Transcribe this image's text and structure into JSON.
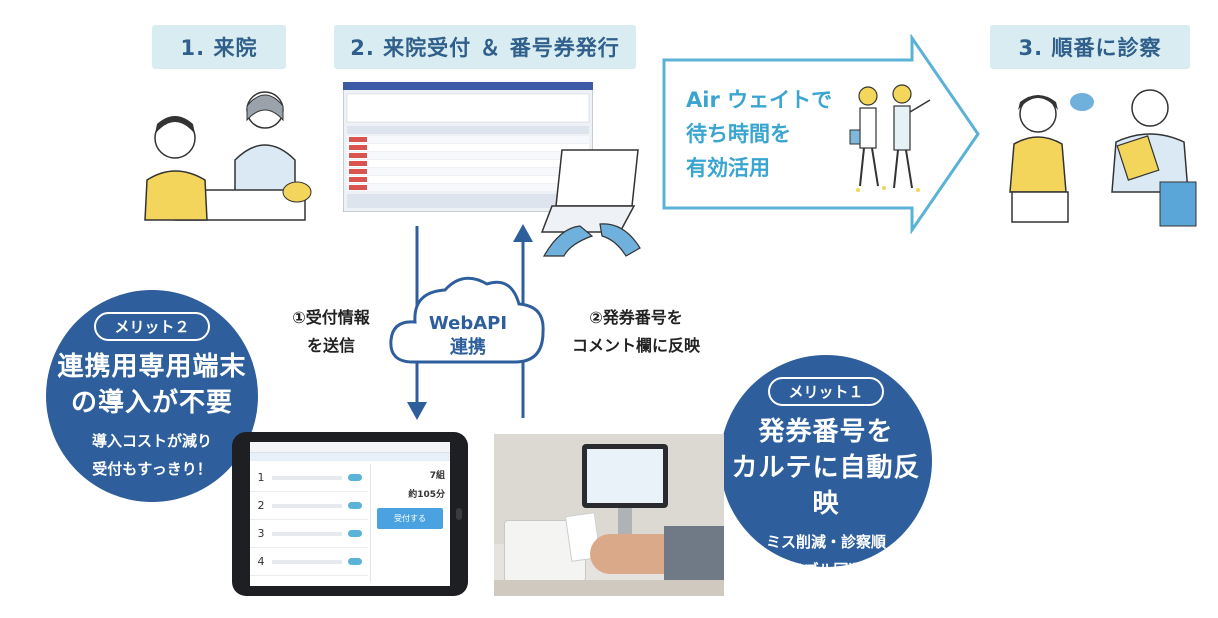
{
  "steps": {
    "step1": "1. 来院",
    "step2": "2. 来院受付 ＆ 番号券発行",
    "step3": "3. 順番に診察"
  },
  "airwait": {
    "line1": "Air ウェイトで",
    "line2": "待ち時間を",
    "line3": "有効活用"
  },
  "api": {
    "cloud_line1": "WebAPI",
    "cloud_line2": "連携",
    "left_line1": "①受付情報",
    "left_line2": "を送信",
    "right_line1": "②発券番号を",
    "right_line2": "コメント欄に反映"
  },
  "merit2": {
    "badge": "メリット２",
    "title1": "連携用専用端末",
    "title2": "の導入が不要",
    "sub1": "導入コストが減り",
    "sub2": "受付もすっきり！"
  },
  "merit1": {
    "badge": "メリット１",
    "title1": "発券番号を",
    "title2": "カルテに自動反映",
    "sub1": "ミス削減・診察順",
    "sub2": "トラブル回避！"
  },
  "tablet": {
    "rows": [
      "1",
      "2",
      "3",
      "4"
    ],
    "count_label": "7組",
    "wait_label": "約105分",
    "button": "受付する"
  },
  "colors": {
    "navy": "#2e5f9c",
    "light_blue": "#d8ecf1",
    "arrow_border": "#5ab2d6",
    "teal_text": "#3aa5d0"
  }
}
